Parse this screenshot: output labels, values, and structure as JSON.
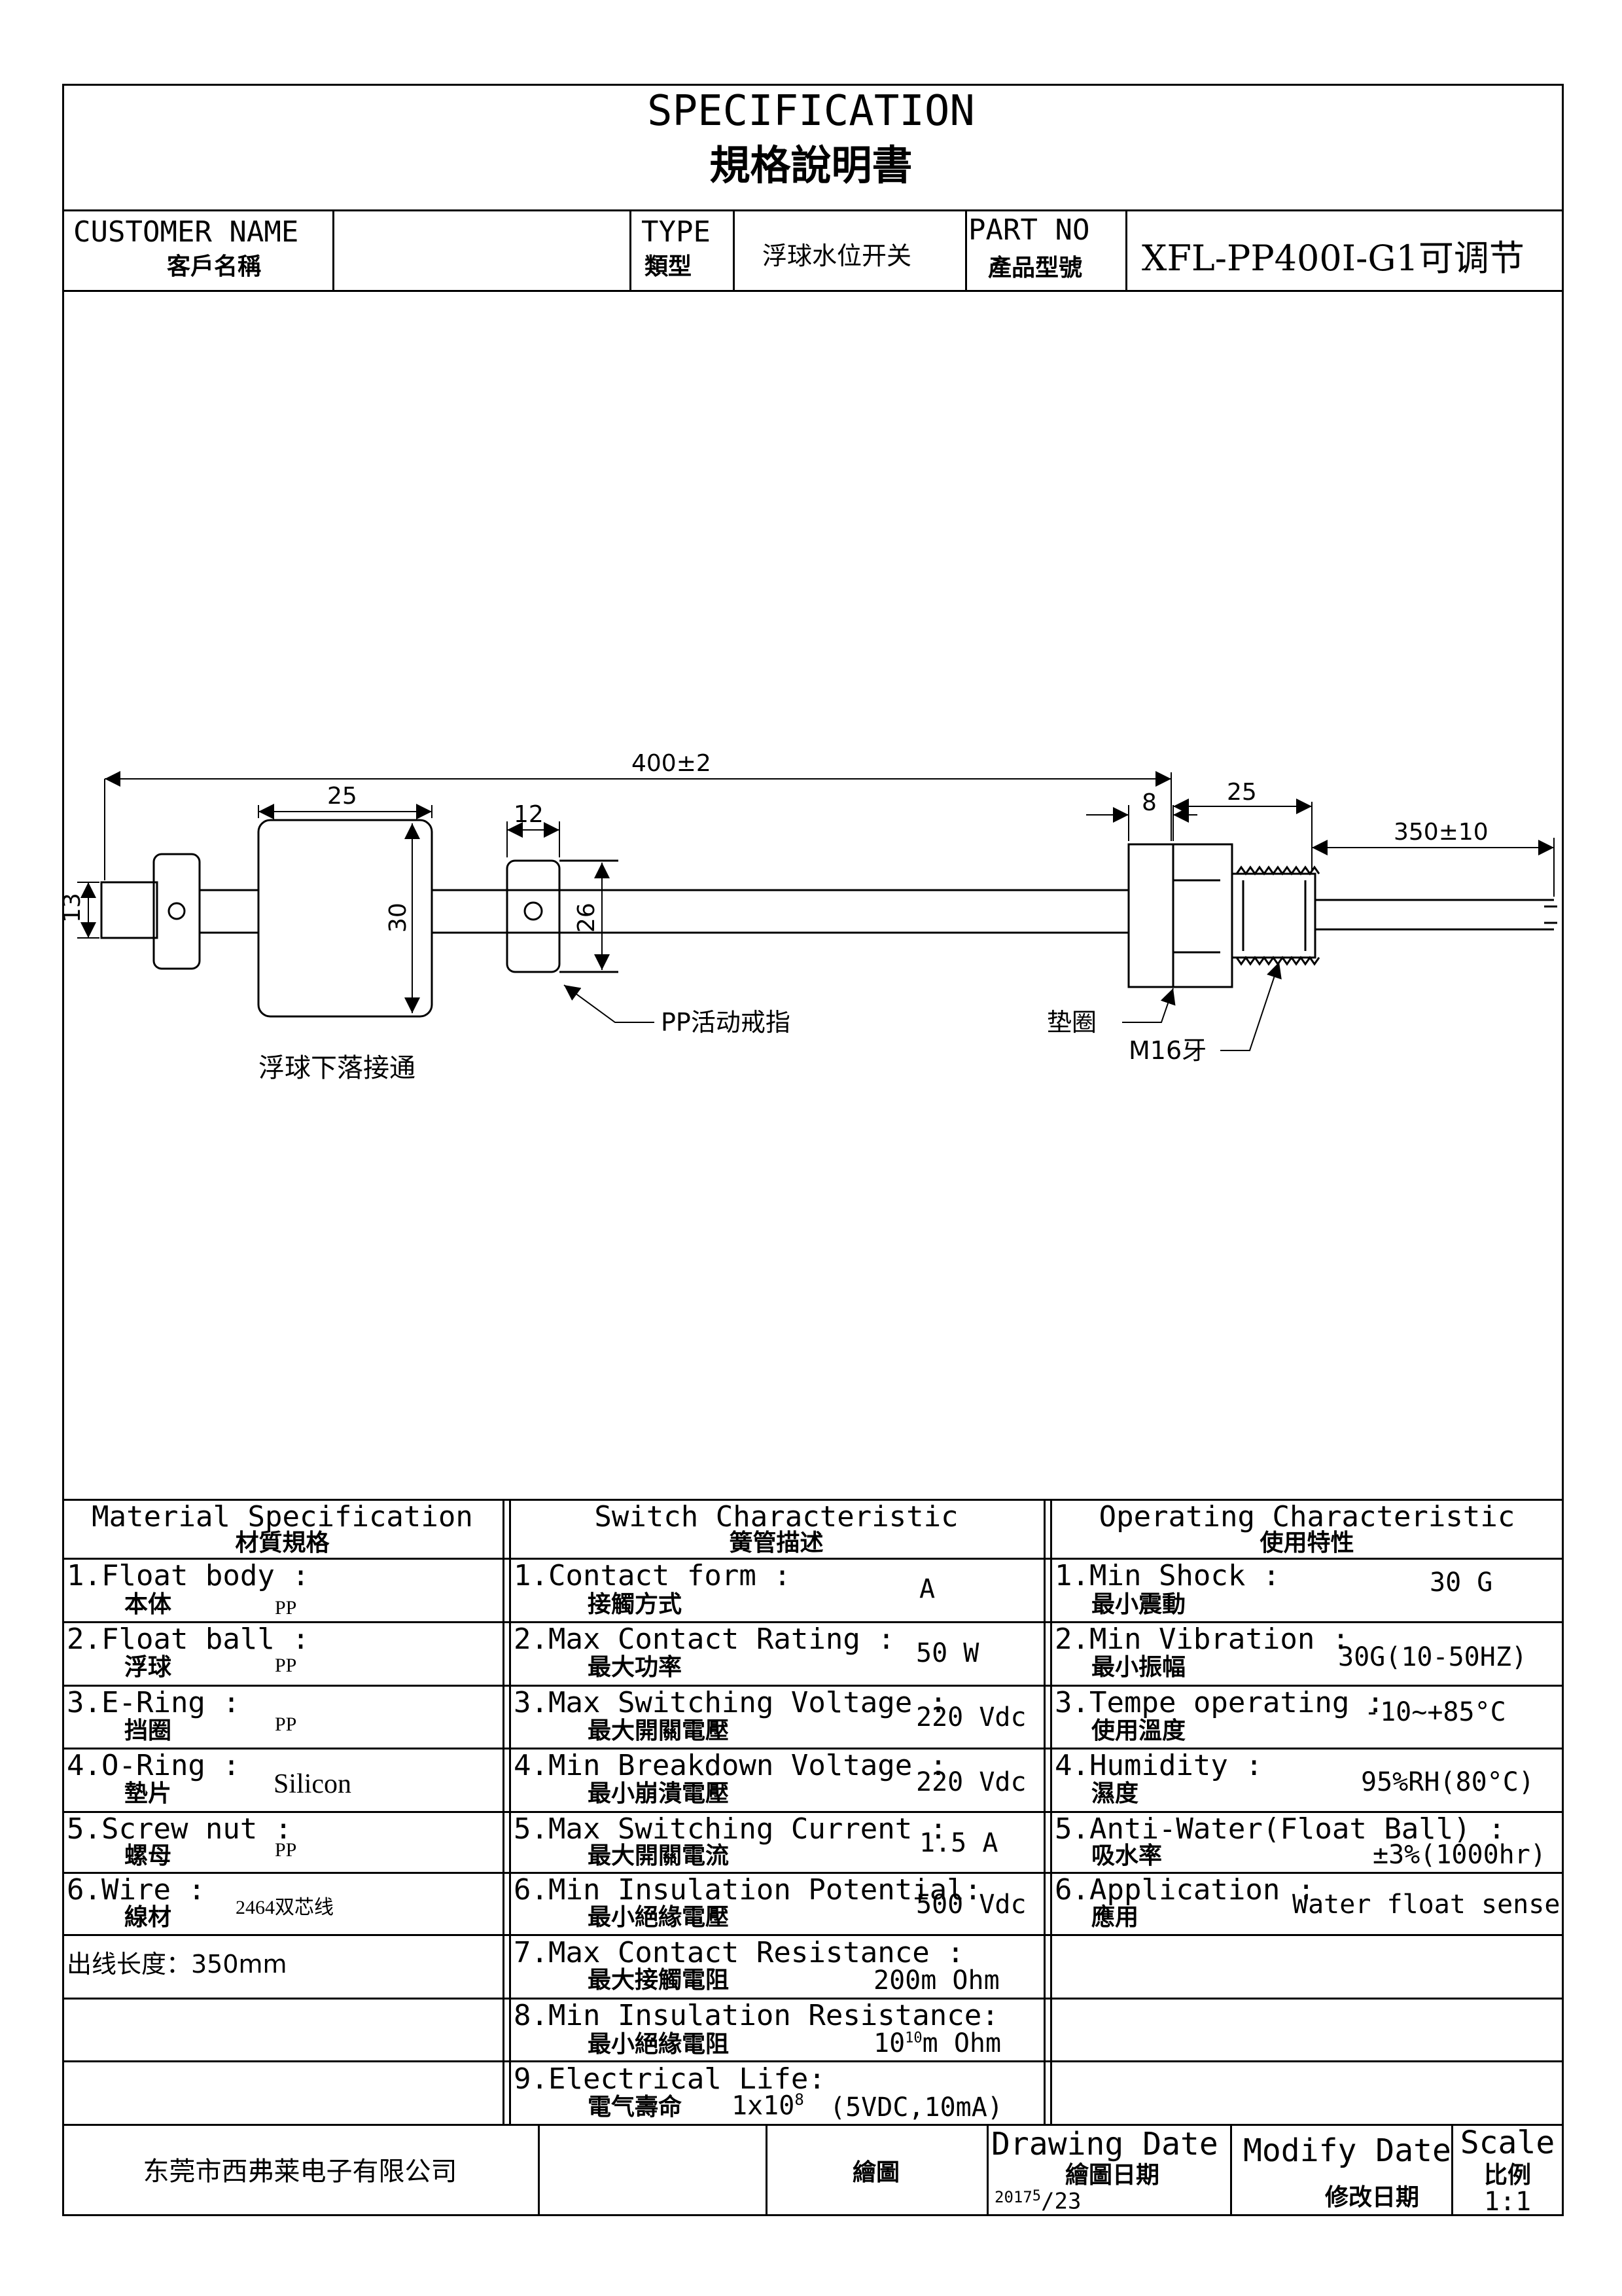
{
  "header": {
    "title_en": "SPECIFICATION",
    "title_zh": "規格說明書",
    "customer_label_en": "CUSTOMER NAME",
    "customer_label_zh": "客戶名稱",
    "customer_value": "",
    "type_label_en": "TYPE",
    "type_label_zh": "類型",
    "type_value": "浮球水位开关",
    "partno_label_en": "PART NO",
    "partno_label_zh": "產品型號",
    "partno_value": "XFL-PP400I-G1可调节"
  },
  "drawing": {
    "dim_total": "400±2",
    "dim_float": "25",
    "dim_ring": "12",
    "dim_nut": "8",
    "dim_thread": "25",
    "dim_wire": "350±10",
    "dim_stem": "13",
    "dim_float_height": "30",
    "dim_ring_height": "26",
    "label_ring": "PP活动戒指",
    "label_gasket": "垫圈",
    "label_thread": "M16牙",
    "label_float_note": "浮球下落接通"
  },
  "material": {
    "header_en": "Material  Specification",
    "header_zh": "材質規格",
    "rows": [
      {
        "en": "1.Float body :",
        "zh": "本体",
        "value": "PP"
      },
      {
        "en": "2.Float ball :",
        "zh": "浮球",
        "value": "PP"
      },
      {
        "en": "3.E-Ring :",
        "zh": "挡圈",
        "value": "PP"
      },
      {
        "en": "4.O-Ring :",
        "zh": "墊片",
        "value": "Silicon"
      },
      {
        "en": "5.Screw nut :",
        "zh": "螺母",
        "value": "PP"
      },
      {
        "en": "6.Wire :",
        "zh": "線材",
        "value": "2464双芯线"
      }
    ],
    "wire_length": "出线长度：350mm"
  },
  "switch": {
    "header_en": "Switch Characteristic",
    "header_zh": "簧管描述",
    "rows": [
      {
        "en": "1.Contact form :",
        "zh": "接觸方式",
        "value": "A"
      },
      {
        "en": "2.Max Contact Rating :",
        "zh": "最大功率",
        "value": "50 W"
      },
      {
        "en": "3.Max Switching Voltage :",
        "zh": "最大開關電壓",
        "value": "220 Vdc"
      },
      {
        "en": "4.Min Breakdown Voltage :",
        "zh": "最小崩潰電壓",
        "value": "220 Vdc"
      },
      {
        "en": "5.Max Switching Current :",
        "zh": "最大開關電流",
        "value": "1.5 A"
      },
      {
        "en": "6.Min Insulation Potential:",
        "zh": "最小絕緣電壓",
        "value": "500 Vdc"
      },
      {
        "en": "7.Max Contact Resistance :",
        "zh": "最大接觸電阻",
        "value": "200m Ohm"
      },
      {
        "en": "8.Min Insulation Resistance:",
        "zh": "最小絕緣電阻",
        "value_base": "10",
        "value_exp": "10",
        "value_unit": "m Ohm"
      },
      {
        "en": "9.Electrical Life:",
        "zh": "電气壽命",
        "value_base": "1x10",
        "value_exp": "8",
        "value_note": "(5VDC,10mA)"
      }
    ]
  },
  "operating": {
    "header_en": "Operating Characteristic",
    "header_zh": "使用特性",
    "rows": [
      {
        "en": "1.Min Shock :",
        "zh": "最小震動",
        "value": "30 G"
      },
      {
        "en": "2.Min Vibration :",
        "zh": "最小振幅",
        "value": "30G(10-50HZ)"
      },
      {
        "en": "3.Tempe operating :",
        "zh": "使用溫度",
        "value": "-10~+85°C"
      },
      {
        "en": "4.Humidity :",
        "zh": "濕度",
        "value": "95%RH(80°C)"
      },
      {
        "en": "5.Anti-Water(Float Ball) :",
        "zh": "吸水率",
        "value": "±3%(1000hr)"
      },
      {
        "en": "6.Application :",
        "zh": "應用",
        "value": "Water float sense"
      }
    ]
  },
  "footer": {
    "company": "东莞市西弗莱电子有限公司",
    "draw_label": "繪圖",
    "drawing_date_en": "Drawing Date",
    "drawing_date_zh": "繪圖日期",
    "drawing_date_year": "2017",
    "drawing_date_month": "5",
    "drawing_date_day": "23",
    "modify_date_en": "Modify Date",
    "modify_date_zh": "修改日期",
    "scale_en": "Scale",
    "scale_zh": "比例",
    "scale_value": "1:1"
  }
}
